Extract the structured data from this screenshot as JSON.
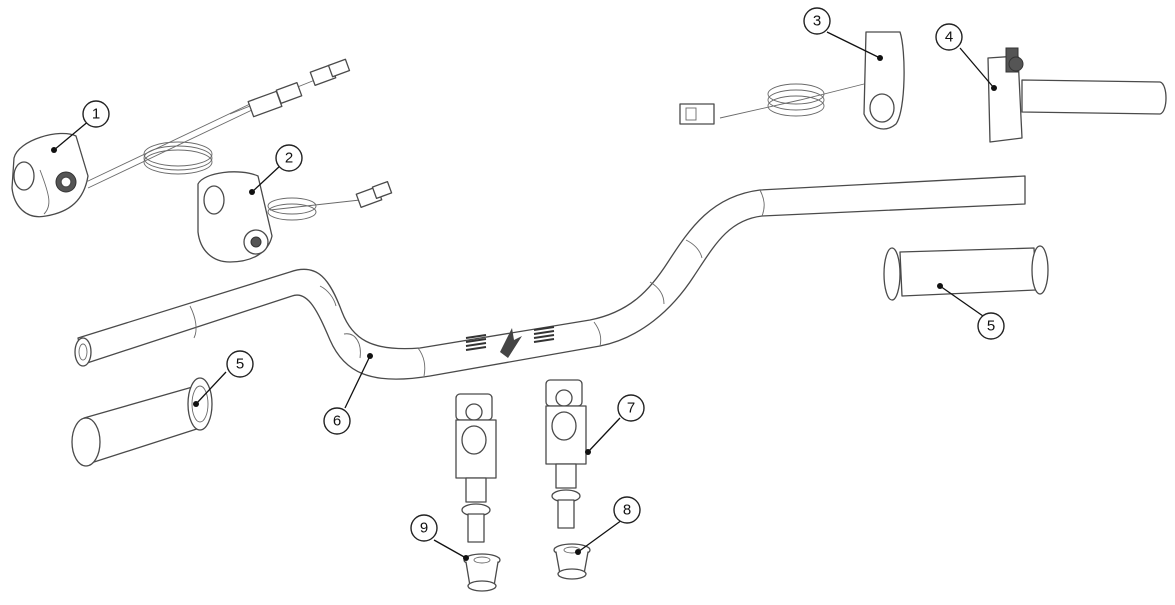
{
  "callouts": [
    {
      "label": "1"
    },
    {
      "label": "2"
    },
    {
      "label": "3"
    },
    {
      "label": "4"
    },
    {
      "label": "5"
    },
    {
      "label": "5"
    },
    {
      "label": "6"
    },
    {
      "label": "7"
    },
    {
      "label": "8"
    },
    {
      "label": "9"
    }
  ],
  "colors": {
    "line": "#4a4a4a",
    "background": "#ffffff",
    "callout_stroke": "#222222"
  }
}
